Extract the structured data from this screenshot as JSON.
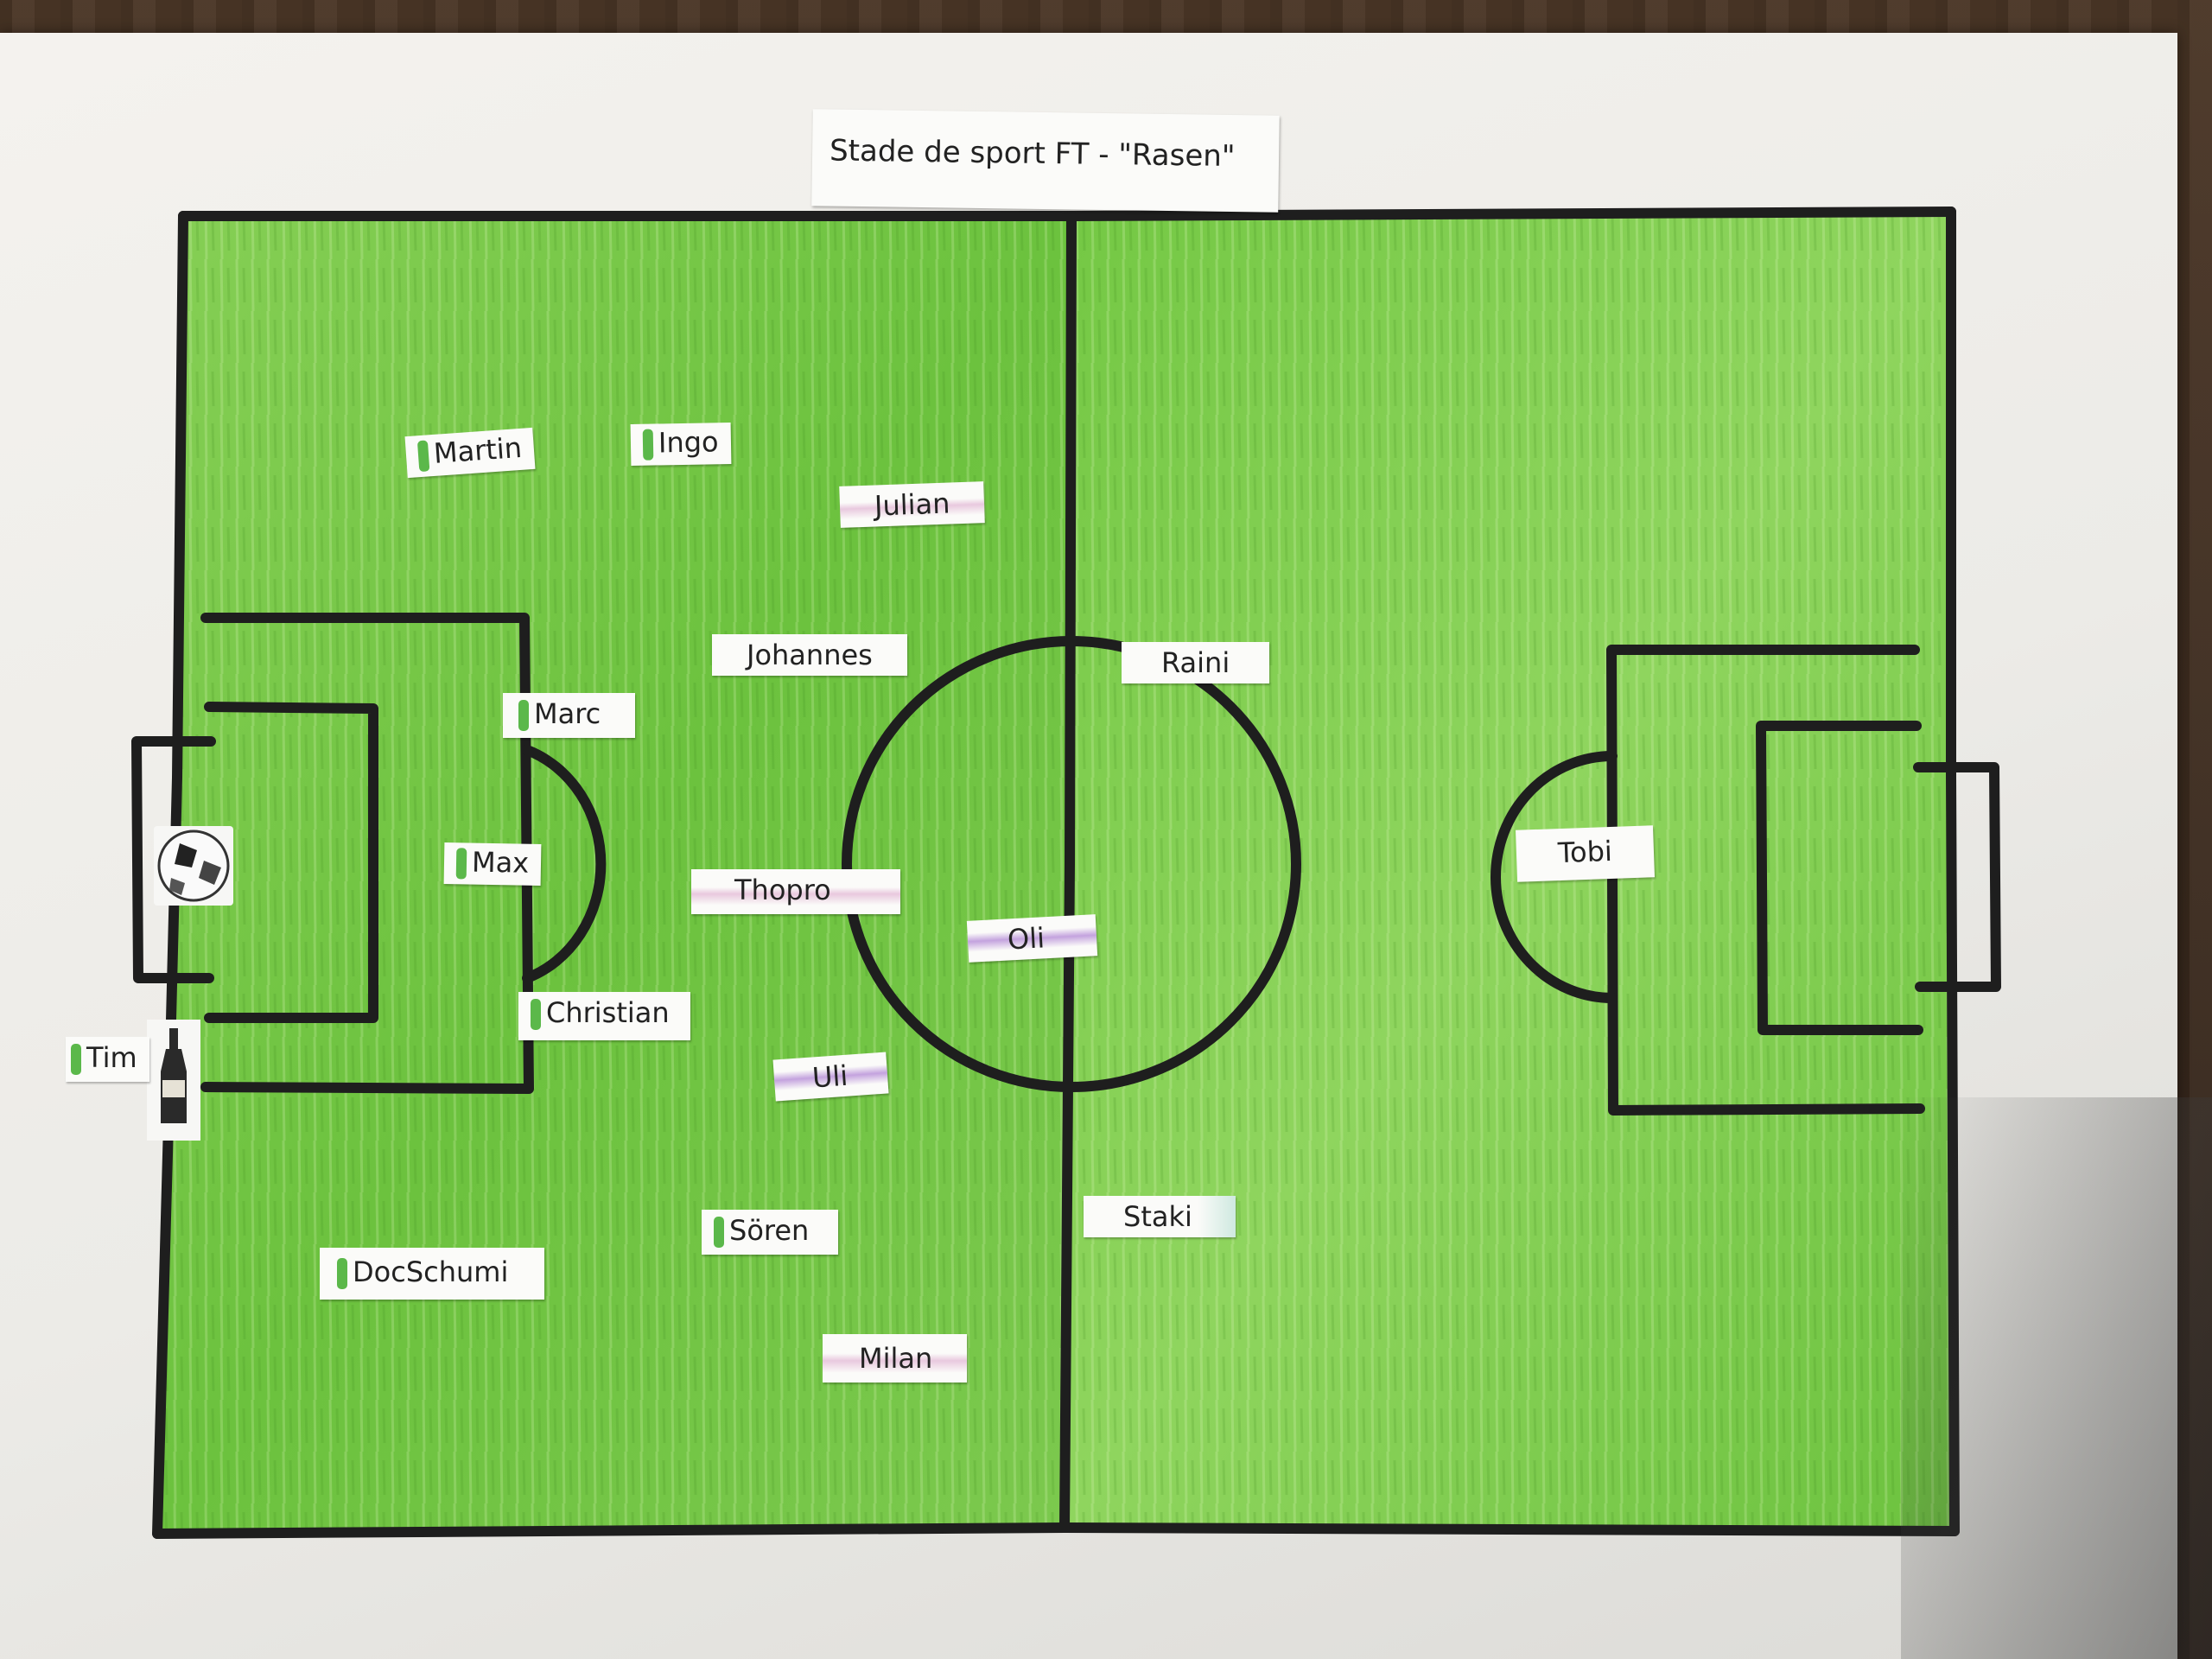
{
  "title": "Stade de sport  FT - \"Rasen\"",
  "players": {
    "martin": "Martin",
    "ingo": "Ingo",
    "julian": "Julian",
    "johannes": "Johannes",
    "marc": "Marc",
    "max": "Max",
    "thopro": "Thopro",
    "oli": "Oli",
    "christian": "Christian",
    "tim": "Tim",
    "uli": "Uli",
    "soeren": "Sören",
    "docschumi": "DocSchumi",
    "milan": "Milan",
    "raini": "Raini",
    "tobi": "Tobi",
    "staki": "Staki"
  },
  "colors": {
    "grass": "#6ec43f",
    "grass_light": "#9ad96a",
    "line": "#1e1e1e",
    "paper": "#efeeea",
    "marker_green": "#5bb84a",
    "marker_pink": "#d28cbe",
    "marker_purple": "#965ac8"
  },
  "icons": [
    "football-icon",
    "beer-bottle-icon"
  ]
}
